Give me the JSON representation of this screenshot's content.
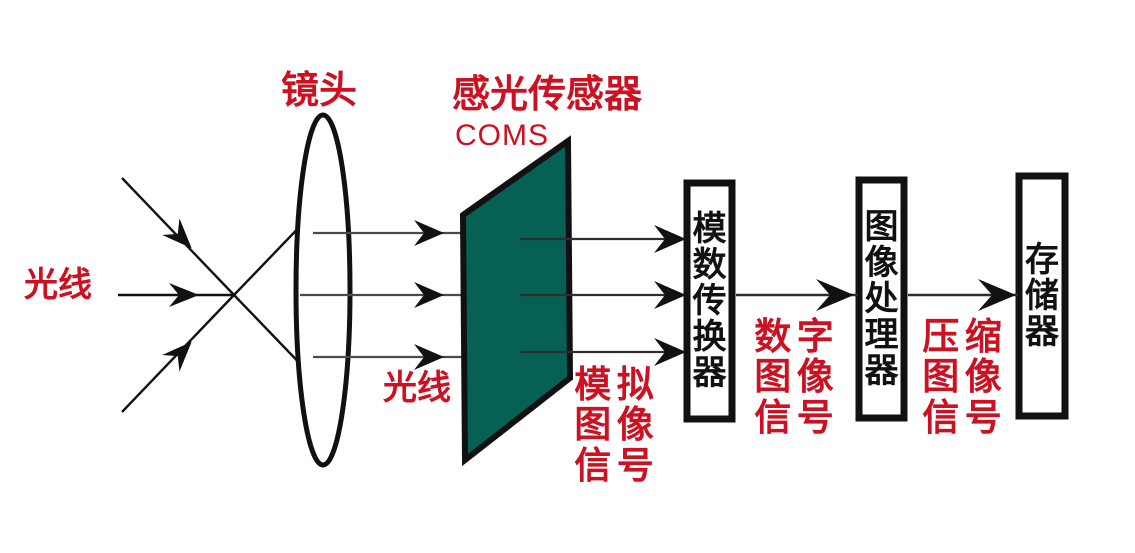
{
  "diagram": {
    "title_labels": {
      "lens": "镜头",
      "sensor": "感光传感器",
      "sensor_sub": "COMS"
    },
    "ray_labels": {
      "incoming_light": "光线",
      "focused_light": "光线"
    },
    "signal_labels": {
      "analog_image_signal": [
        "模",
        "拟",
        "图",
        "像",
        "信",
        "号"
      ],
      "digital_image_signal": [
        "数",
        "字",
        "图",
        "像",
        "信",
        "号"
      ],
      "compressed_image_signal": [
        "压",
        "缩",
        "图",
        "像",
        "信",
        "号"
      ]
    },
    "boxes": [
      {
        "name": "adc",
        "chars": [
          "模",
          "数",
          "传",
          "换",
          "器"
        ]
      },
      {
        "name": "image-processor",
        "chars": [
          "图",
          "像",
          "处",
          "理",
          "器"
        ]
      },
      {
        "name": "storage",
        "chars": [
          "存",
          "储",
          "器"
        ]
      }
    ],
    "colors": {
      "accent_red": "#CC1122",
      "sensor_teal": "#066154",
      "stroke_black": "#111111",
      "background": "#FFFFFF"
    }
  }
}
